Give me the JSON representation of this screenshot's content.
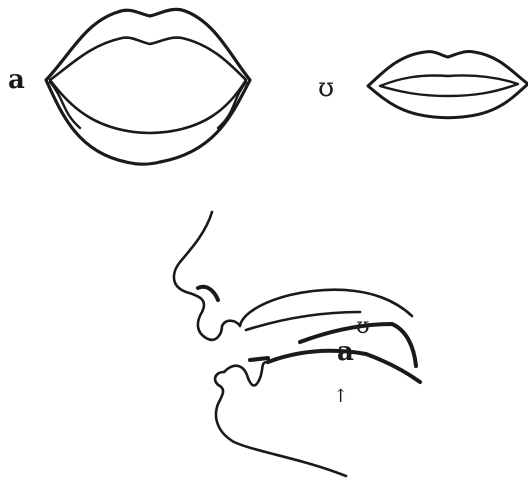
{
  "labels": {
    "open_vowel": "a",
    "rounded_vowel": "ʊ",
    "tongue_high": "ʊ",
    "tongue_low": "a",
    "arrow": "↑"
  },
  "colors": {
    "ink": "#1a1a1a",
    "background": "#ffffff"
  }
}
